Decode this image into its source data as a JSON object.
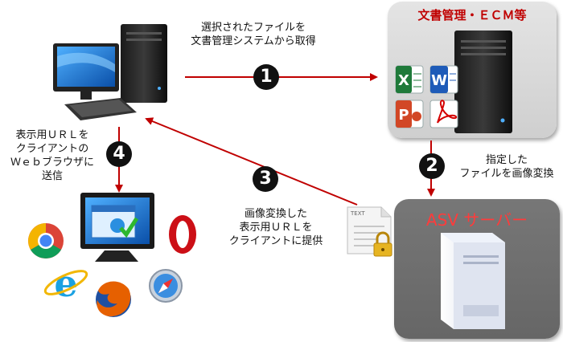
{
  "boxes": {
    "ecm_title": "文書管理・ＥＣＭ等",
    "asv_title": "ASV サーバー"
  },
  "steps": [
    {
      "num": "1",
      "label": "選択されたファイルを\n文書管理システムから取得"
    },
    {
      "num": "2",
      "label": "指定した\nファイルを画像変換"
    },
    {
      "num": "3",
      "label": "画像変換した\n表示用ＵＲＬを\nクライアントに提供"
    },
    {
      "num": "4",
      "label": "表示用ＵＲＬを\nクライアントの\nＷｅｂブラウザに\n送信"
    }
  ],
  "icons": {
    "excel": "X",
    "word": "W",
    "powerpoint": "P",
    "text_doc": "TEXT"
  },
  "colors": {
    "arrow": "#c00000",
    "ecm_title": "#c00000",
    "asv_title": "#ff3b3b"
  }
}
